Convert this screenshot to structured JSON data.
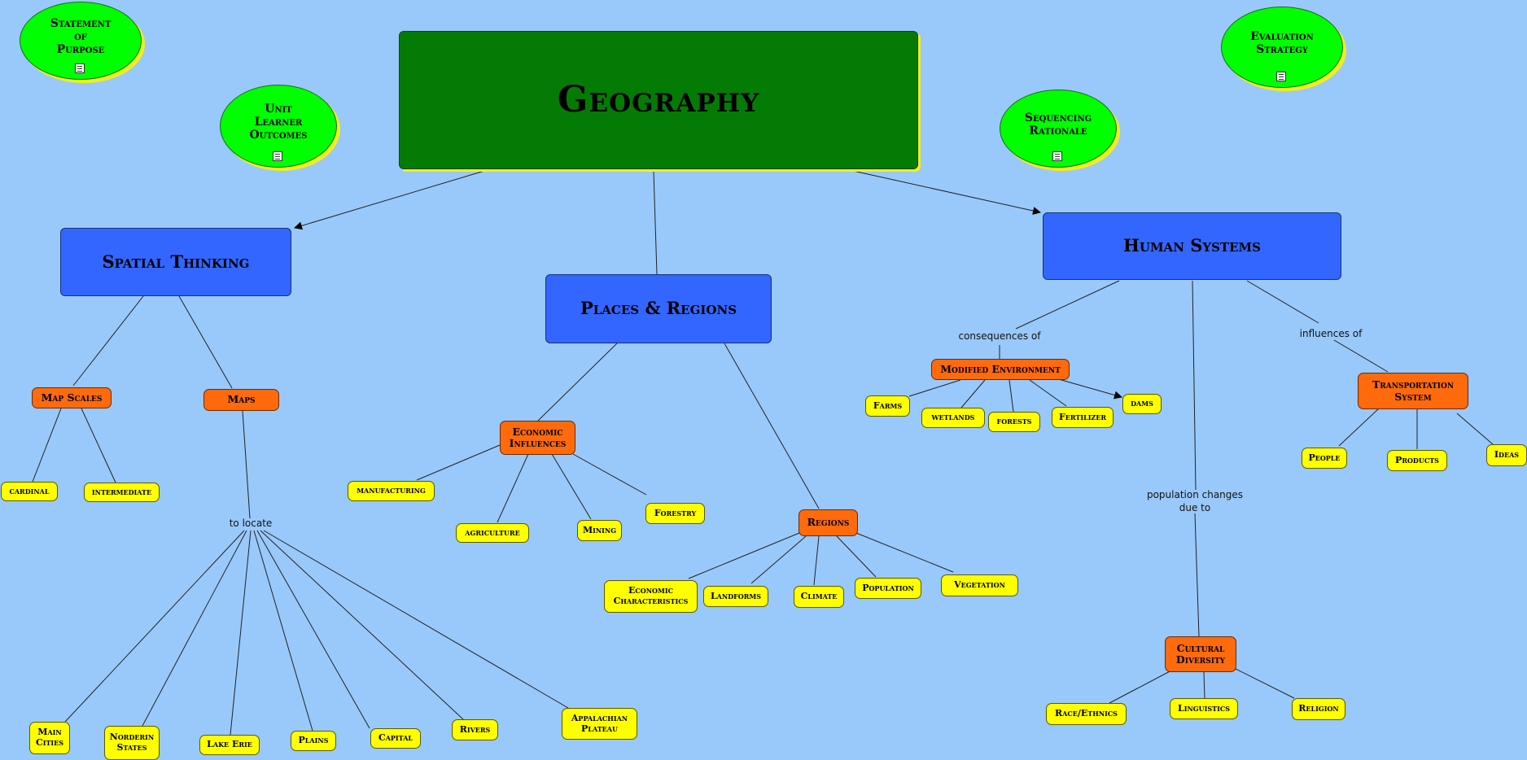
{
  "title": "Geography",
  "ellipses": {
    "statement": "Statement\nof\nPurpose",
    "outcomes": "Unit\nLearner\nOutcomes",
    "sequencing": "Sequencing\nRationale",
    "evaluation": "Evaluation\nStrategy"
  },
  "main": {
    "spatial": "Spatial Thinking",
    "places": "Places & Regions",
    "human": "Human Systems"
  },
  "spatial": {
    "map_scales": "Map Scales",
    "maps": "Maps",
    "cardinal": "cardinal",
    "intermediate": "intermediate",
    "to_locate": "to locate",
    "places": [
      "Main\nCities",
      "Norderin\nStates",
      "Lake Erie",
      "Plains",
      "Capital",
      "Rivers",
      "Appalachian\nPlateau"
    ]
  },
  "places": {
    "economic": "Economic\nInfluences",
    "manufacturing": "manufacturing",
    "agriculture": "agriculture",
    "mining": "Mining",
    "forestry": "Forestry",
    "regions": "Regions",
    "region_items": [
      "Economic\nCharacteristics",
      "Landforms",
      "Climate",
      "Population",
      "Vegetation"
    ]
  },
  "human": {
    "consequences": "consequences of",
    "modified": "Modified Environment",
    "modified_items": [
      "Farms",
      "wetlands",
      "forests",
      "Fertilizer",
      "dams"
    ],
    "influences": "influences of",
    "transportation": "Transportation\nSystem",
    "transport_items": [
      "People",
      "Products",
      "Ideas"
    ],
    "population_changes": "population changes\ndue to",
    "cultural": "Cultural\nDiversity",
    "cultural_items": [
      "Race/Ethnics",
      "Linguistics",
      "Religion"
    ]
  }
}
